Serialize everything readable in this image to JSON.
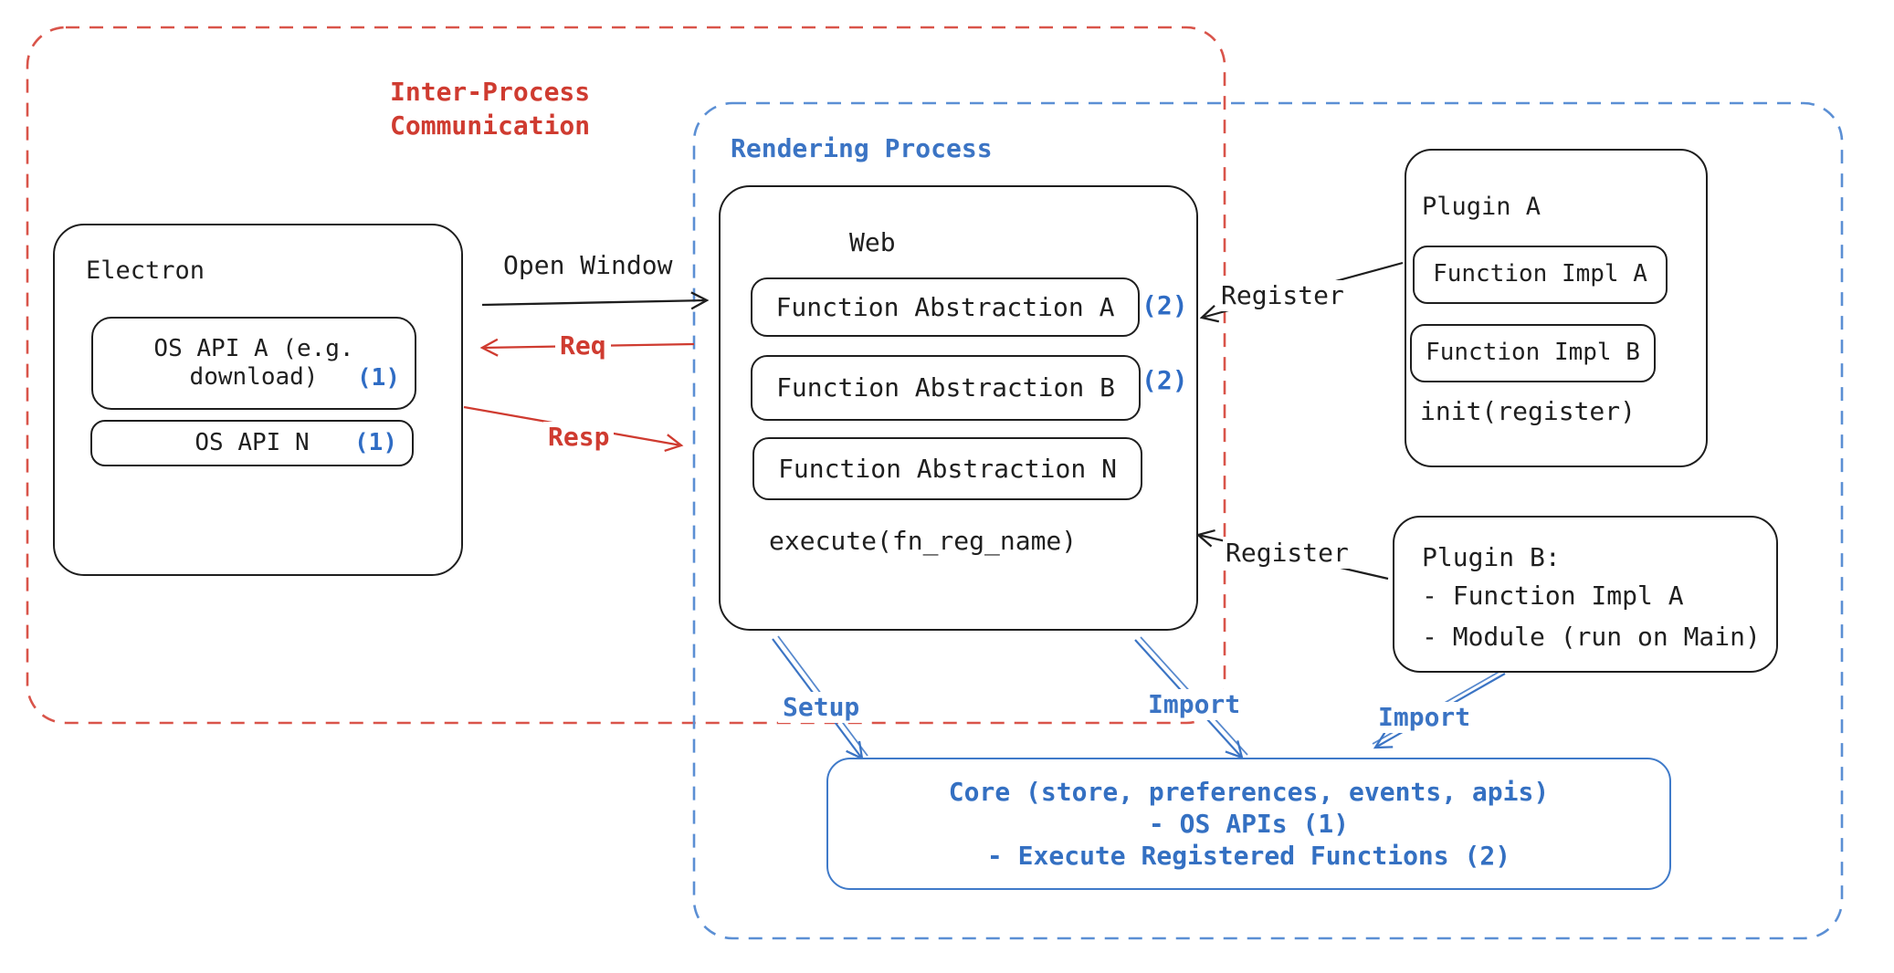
{
  "colors": {
    "black_stroke": "#1e1e1e",
    "red_accent": "#cf3b30",
    "red_dashed_border": "#d9544a",
    "blue_accent": "#3b74c4",
    "blue_dashed_border": "#5b8fd4",
    "core_border_blue": "#3f7ac9"
  },
  "ipc_region": {
    "title_line1": "Inter-Process",
    "title_line2": "Communication"
  },
  "rendering_region": {
    "title": "Rendering Process"
  },
  "electron_box": {
    "title": "Electron",
    "os_api_a_line1": "OS API A (e.g.",
    "os_api_a_line2": "download)",
    "os_api_a_badge": "(1)",
    "os_api_n": "OS API N",
    "os_api_n_badge": "(1)"
  },
  "web_box": {
    "title": "Web",
    "fn_abs_a": "Function Abstraction A",
    "fn_abs_a_badge": "(2)",
    "fn_abs_b": "Function Abstraction B",
    "fn_abs_b_badge": "(2)",
    "fn_abs_n": "Function Abstraction N",
    "execute_label": "execute(fn_reg_name)"
  },
  "plugin_a_box": {
    "title": "Plugin A",
    "fn_impl_a": "Function Impl A",
    "fn_impl_b": "Function Impl B",
    "init_label": "init(register)"
  },
  "plugin_b_box": {
    "line1": "Plugin B:",
    "line2": "- Function Impl A",
    "line3": "- Module (run on Main)"
  },
  "core_box": {
    "line1": "Core (store, preferences, events, apis)",
    "line2": "- OS APIs (1)",
    "line3": "- Execute Registered Functions (2)"
  },
  "arrow_labels": {
    "open_window": "Open Window",
    "req": "Req",
    "resp": "Resp",
    "register_top": "Register",
    "register_bottom": "Register",
    "setup": "Setup",
    "import_web": "Import",
    "import_plugin_b": "Import"
  }
}
